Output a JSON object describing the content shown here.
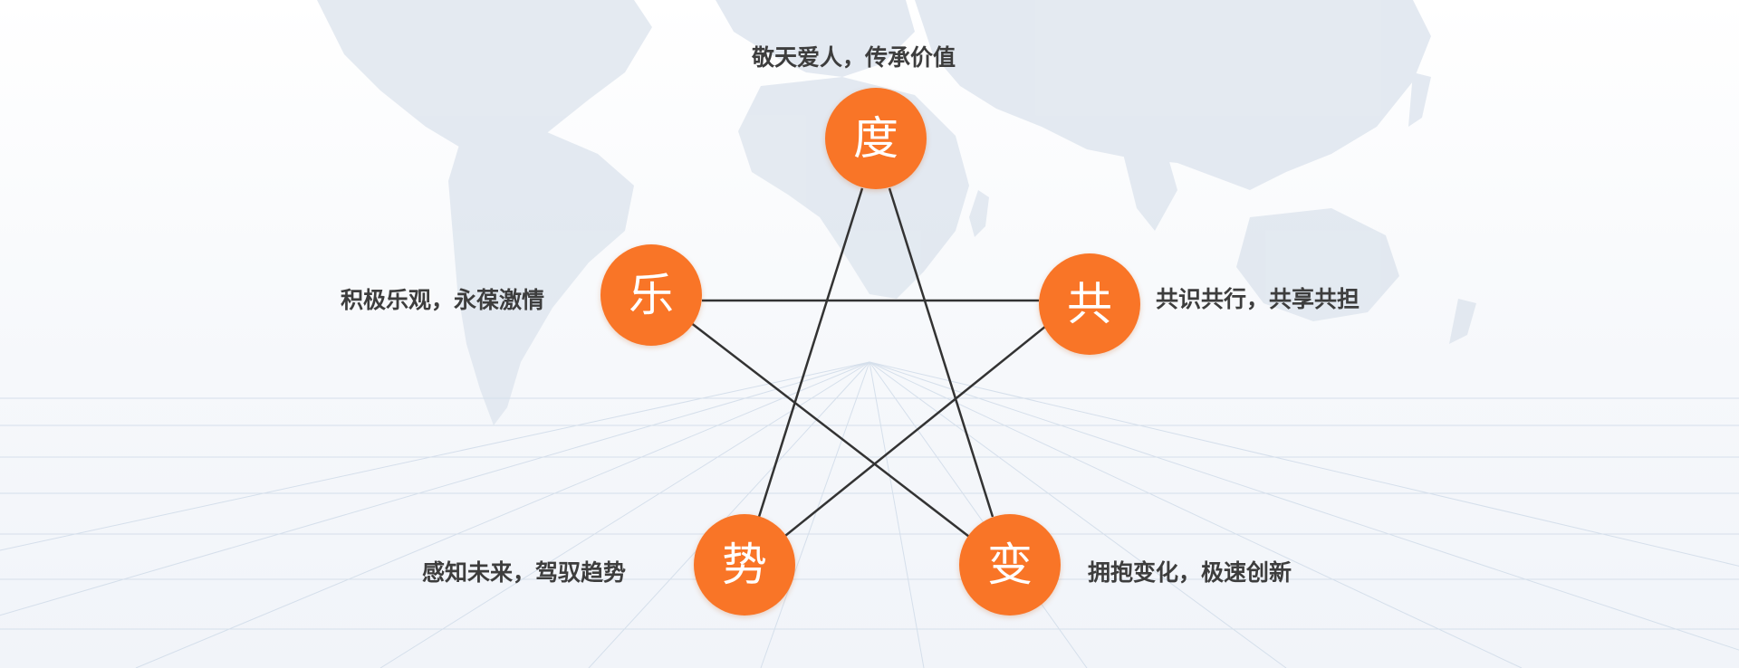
{
  "nodes": [
    {
      "id": "du",
      "char": "度",
      "caption": "敬天爱人，传承价值"
    },
    {
      "id": "le",
      "char": "乐",
      "caption": "积极乐观，永葆激情"
    },
    {
      "id": "gong",
      "char": "共",
      "caption": "共识共行，共享共担"
    },
    {
      "id": "shi",
      "char": "势",
      "caption": "感知未来，驾驭趋势"
    },
    {
      "id": "bian",
      "char": "变",
      "caption": "拥抱变化，极速创新"
    }
  ],
  "colors": {
    "node_fill": "#f97527",
    "node_text": "#ffffff",
    "caption_text": "#3d3d3d",
    "line": "#333333"
  },
  "background": {
    "map_icon": "world-map-icon",
    "grid_icon": "perspective-grid-icon"
  }
}
